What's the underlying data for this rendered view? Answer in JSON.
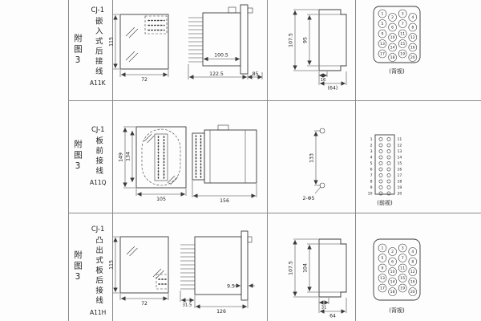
{
  "colors": {
    "line": "#3a3a3a",
    "text": "#222222",
    "grid": "#8a8a8a",
    "bg": "#fdfdfd"
  },
  "rows": [
    {
      "fig_label": "附图3",
      "model": "CJ-1",
      "mount_label": "嵌入式后接线",
      "code": "A11K",
      "front": {
        "dim_height": "115",
        "dim_width": "72"
      },
      "side": {
        "dim_body": "100.5",
        "dim_total": "122.5",
        "dim_depth": "85"
      },
      "cutout": {
        "dim_height_outer": "107.5",
        "dim_height_inner": "95",
        "dim_small": "16",
        "dim_width": "(64)"
      },
      "terminal": {
        "caption": "(背视)",
        "numbers": [
          1,
          2,
          3,
          4,
          5,
          6,
          7,
          8,
          9,
          10,
          11,
          12,
          13,
          14,
          15,
          16,
          17,
          18,
          19,
          20
        ]
      }
    },
    {
      "fig_label": "附图3",
      "model": "CJ-1",
      "mount_label": "板前接线",
      "code": "A11Q",
      "front": {
        "dim_height_outer": "149",
        "dim_height_inner": "134",
        "dim_width": "105"
      },
      "side": {
        "dim_total": "156"
      },
      "drill": {
        "dim_spacing": "133",
        "note": "2-Φ5"
      },
      "terminal": {
        "caption": "(前视)",
        "left_numbers": [
          1,
          2,
          3,
          4,
          5,
          6,
          7,
          8,
          9,
          10
        ],
        "right_numbers": [
          11,
          12,
          13,
          14,
          15,
          16,
          17,
          18,
          19,
          20
        ]
      }
    },
    {
      "fig_label": "附图3",
      "model": "CJ-1",
      "mount_label": "凸出式板后接线",
      "code": "A11H",
      "front": {
        "dim_height": "115",
        "dim_width": "72"
      },
      "side": {
        "dim_flange": "9.5",
        "dim_studs": "31.5",
        "dim_total": "126"
      },
      "cutout": {
        "dim_height_outer": "107.5",
        "dim_height_inner": "104",
        "dim_small": "31",
        "dim_width": "64"
      },
      "terminal": {
        "caption": "(背视)",
        "numbers": [
          1,
          2,
          3,
          4,
          5,
          6,
          7,
          8,
          9,
          10,
          11,
          12,
          13,
          14,
          15,
          16,
          17,
          18,
          19,
          20
        ]
      }
    }
  ]
}
